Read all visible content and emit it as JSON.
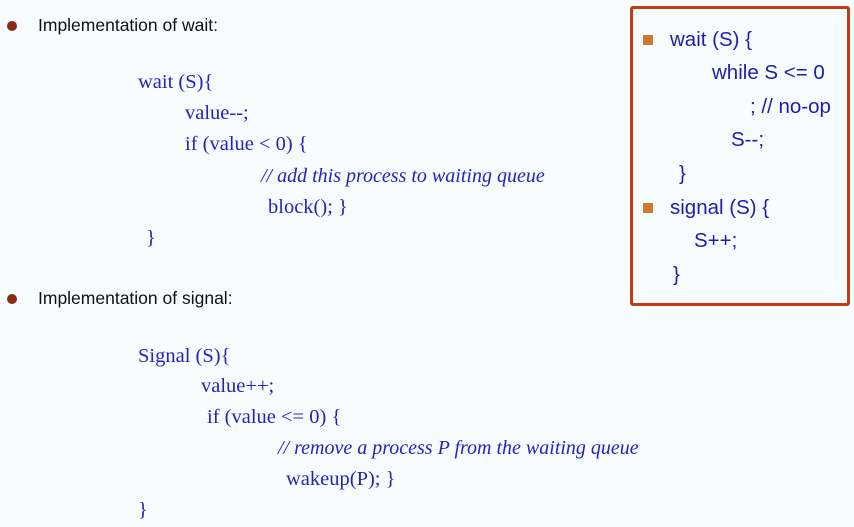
{
  "wait_section": {
    "heading": "Implementation of wait:",
    "line1": "wait (S){",
    "line2": "value--;",
    "line3": "if (value < 0) {",
    "comment": "// add this process to waiting queue",
    "line5": "block();  }",
    "line6": "}"
  },
  "signal_section": {
    "heading": "Implementation of signal:",
    "line1": "Signal (S){",
    "line2": "value++;",
    "line3": "if (value <= 0) {",
    "comment": "// remove a process P from the waiting queue",
    "line5": "wakeup(P);  }",
    "line6": "}"
  },
  "box": {
    "wait": {
      "line1": "wait (S) {",
      "line2": "while S <= 0",
      "line3": "; // no-op",
      "line4": "S--;",
      "line5": "}"
    },
    "signal": {
      "line1": "signal (S) {",
      "line2": "S++;",
      "line3": "}"
    }
  },
  "colors": {
    "code_blue": "#2523b8",
    "box_border": "#c83a12",
    "bullet": "#8a2b12",
    "box_bullet": "#cf7a2b"
  }
}
